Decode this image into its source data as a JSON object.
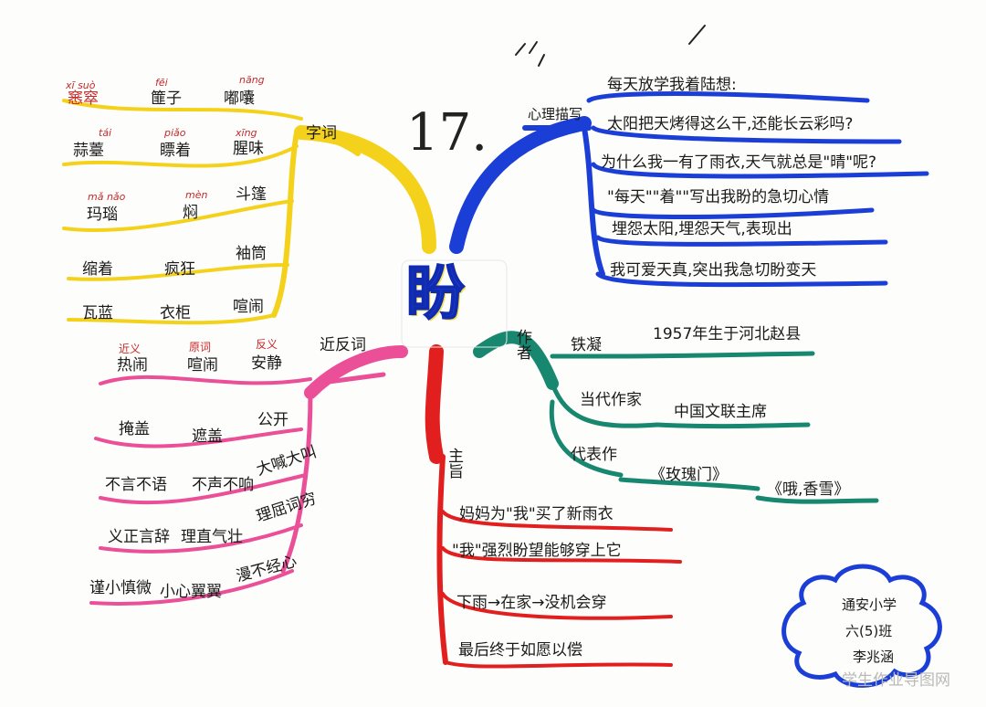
{
  "title": {
    "number": "17.",
    "char": "盼"
  },
  "colors": {
    "yellow": "#f4d21c",
    "blue": "#1b3fd6",
    "green": "#17876f",
    "red": "#e21f1f",
    "pink": "#ea4f98",
    "cloud": "#1b3fd6"
  },
  "zici": {
    "label": "字词",
    "rows": [
      [
        {
          "pinyin": "xī suò",
          "word": "窸窣"
        },
        {
          "pinyin": "fēi",
          "word": "篚子"
        },
        {
          "pinyin": "nāng",
          "word": "嘟囔"
        }
      ],
      [
        {
          "pinyin": "tái",
          "word": "蒜薹"
        },
        {
          "pinyin": "piǎo",
          "word": "瞟着"
        },
        {
          "pinyin": "xīng",
          "word": "腥味"
        }
      ],
      [
        {
          "pinyin": "mǎ nǎo",
          "word": "玛瑙"
        },
        {
          "pinyin": "mèn",
          "word": "焖"
        },
        {
          "pinyin": "",
          "word": "斗篷"
        }
      ],
      [
        {
          "pinyin": "",
          "word": "缩着"
        },
        {
          "pinyin": "",
          "word": "疯狂"
        },
        {
          "pinyin": "",
          "word": "袖筒"
        }
      ],
      [
        {
          "pinyin": "",
          "word": "瓦蓝"
        },
        {
          "pinyin": "",
          "word": "衣柜"
        },
        {
          "pinyin": "",
          "word": "喧闹"
        }
      ]
    ]
  },
  "xinli": {
    "label": "心理描写",
    "lines": [
      "每天放学我着陆想:",
      "太阳把天烤得这么干,还能长云彩吗?",
      "为什么我一有了雨衣,天气就总是\"晴\"呢?",
      "\"每天\"\"着\"\"写出我盼的急切心情",
      "埋怨太阳,埋怨天气,表现出",
      "我可爱天真,突出我急切盼变天"
    ]
  },
  "zuozhe": {
    "label": "作者",
    "name": "铁凝",
    "born": "1957年生于河北赵县",
    "role_label": "当代作家",
    "role": "中国文联主席",
    "works_label": "代表作",
    "works": [
      "《玫瑰门》",
      "《哦,香雪》"
    ]
  },
  "jinfan": {
    "label": "近反词",
    "headers": [
      "近义",
      "原词",
      "反义"
    ],
    "rows": [
      [
        "热闹",
        "喧闹",
        "安静"
      ],
      [
        "掩盖",
        "遮盖",
        "公开"
      ],
      [
        "不言不语",
        "不声不响",
        "大喊大叫"
      ],
      [
        "义正言辞",
        "理直气壮",
        "理屈词穷"
      ],
      [
        "谨小慎微",
        "小心翼翼",
        "漫不经心"
      ]
    ]
  },
  "zhuzhi": {
    "label": "主旨",
    "lines": [
      "妈妈为\"我\"买了新雨衣",
      "\"我\"强烈盼望能够穿上它",
      "下雨→在家→没机会穿",
      "最后终于如愿以偿"
    ]
  },
  "signature": {
    "school": "通安小学",
    "class": "六(5)班",
    "name": "李兆涵"
  },
  "watermark": "学生作业导图网"
}
